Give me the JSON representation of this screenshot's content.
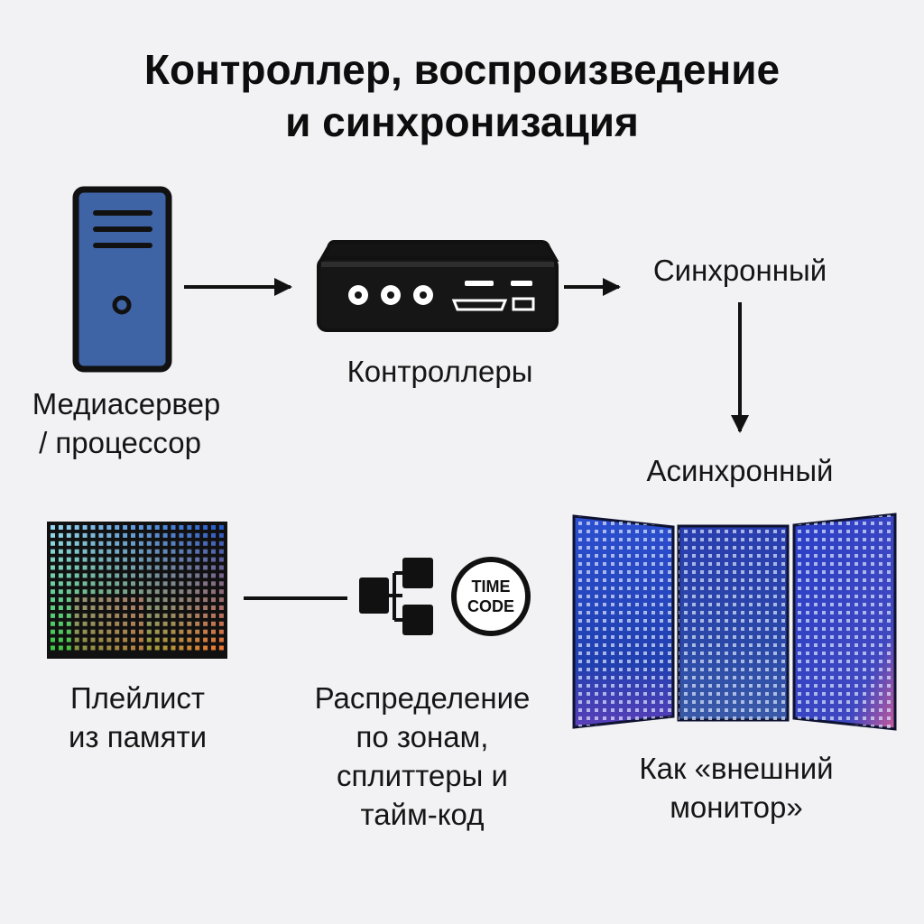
{
  "title": {
    "line1": "Контроллер, воспроизведение",
    "line2": "и синхронизация"
  },
  "nodes": {
    "media_server": {
      "line1": "Медиасервер",
      "line2": "/ процессор"
    },
    "controllers": {
      "label": "Контроллеры"
    },
    "sync": {
      "label": "Синхронный"
    },
    "async": {
      "label": "Асинхронный"
    },
    "playlist": {
      "line1": "Плейлист",
      "line2": "из памяти"
    },
    "distribution": {
      "line1": "Распределение",
      "line2": "по зонам,",
      "line3": "сплиттеры и",
      "line4": "тайм-код"
    },
    "external_monitor": {
      "line1": "Как «внешний",
      "line2": "монитор»"
    }
  },
  "timecode_badge": {
    "line1": "TIME",
    "line2": "CODE"
  },
  "colors": {
    "server_blue": "#3f64a6",
    "panel_dark": "#141a33",
    "stroke": "#111111",
    "background": "#f2f2f4"
  },
  "icons": [
    "server-tower-icon",
    "controller-box-icon",
    "led-matrix-icon",
    "splitter-icon",
    "timecode-icon",
    "led-wall-icon"
  ]
}
